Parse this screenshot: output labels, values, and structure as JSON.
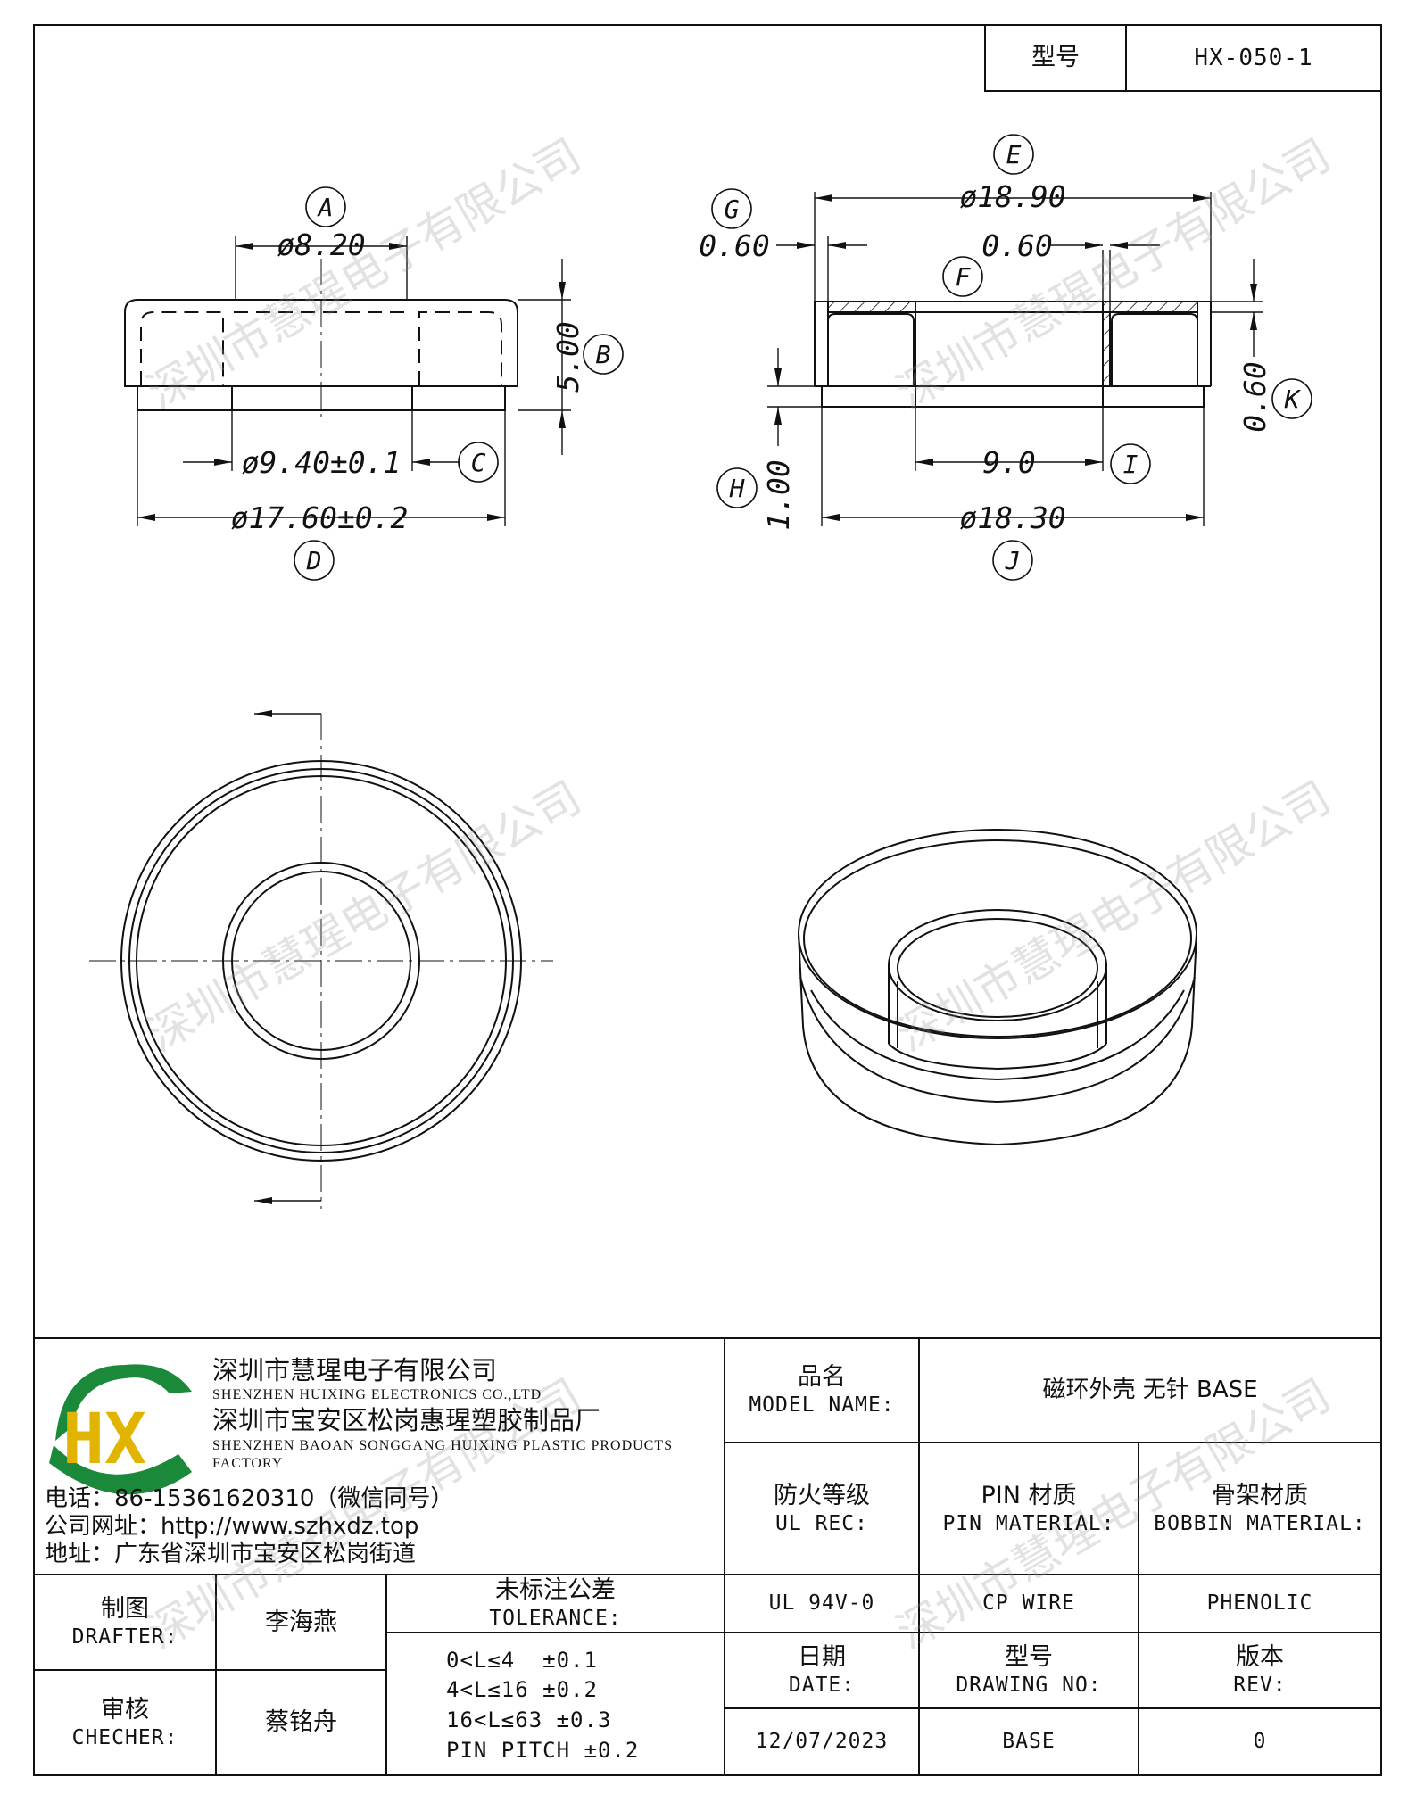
{
  "header": {
    "model_label": "型号",
    "model_value": "HX-050-1"
  },
  "dims": {
    "A": {
      "tag": "A",
      "text": "ø8.20"
    },
    "B": {
      "tag": "B",
      "text": "5.00"
    },
    "C": {
      "tag": "C",
      "text": "ø9.40±0.1"
    },
    "D": {
      "tag": "D",
      "text": "ø17.60±0.2"
    },
    "E": {
      "tag": "E",
      "text": "ø18.90"
    },
    "F": {
      "tag": "F",
      "text": "0.60"
    },
    "G": {
      "tag": "G",
      "text": "0.60"
    },
    "H": {
      "tag": "H",
      "text": "1.00"
    },
    "I": {
      "tag": "I",
      "text": "9.0"
    },
    "J": {
      "tag": "J",
      "text": "ø18.30"
    },
    "K": {
      "tag": "K",
      "text": "0.60"
    }
  },
  "company": {
    "name_cn": "深圳市慧瑆电子有限公司",
    "name_en": "SHENZHEN HUIXING ELECTRONICS CO.,LTD",
    "factory_cn": "深圳市宝安区松岗惠瑆塑胶制品厂",
    "factory_en": "SHENZHEN BAOAN SONGGANG HUIXING PLASTIC PRODUCTS FACTORY",
    "phone": "电话：86-15361620310（微信同号）",
    "website": "公司网址：http://www.szhxdz.top",
    "address": "地址：广东省深圳市宝安区松岗街道",
    "logo_text": "HX"
  },
  "title_block": {
    "model_name_cn": "品名",
    "model_name_en": "MODEL NAME:",
    "model_name_value": "磁环外壳 无针 BASE",
    "ul_cn": "防火等级",
    "ul_en": "UL REC:",
    "pin_cn": "PIN 材质",
    "pin_en": "PIN MATERIAL:",
    "bobbin_cn": "骨架材质",
    "bobbin_en": "BOBBIN MATERIAL:",
    "ul_value": "UL 94V-0",
    "pin_value": "CP WIRE",
    "bobbin_value": "PHENOLIC",
    "date_cn": "日期",
    "date_en": "DATE:",
    "drawing_cn": "型号",
    "drawing_en": "DRAWING NO:",
    "rev_cn": "版本",
    "rev_en": "REV:",
    "date_value": "12/07/2023",
    "drawing_value": "BASE",
    "rev_value": "0",
    "drafter_cn": "制图",
    "drafter_en": "DRAFTER:",
    "drafter_value": "李海燕",
    "checker_cn": "审核",
    "checker_en": "CHECHER:",
    "checker_value": "蔡铭舟",
    "tolerance_cn": "未标注公差",
    "tolerance_en": "TOLERANCE:",
    "tolerance_lines": [
      "0<L≤4  ±0.1",
      "4<L≤16 ±0.2",
      "16<L≤63 ±0.3",
      "PIN PITCH ±0.2"
    ]
  },
  "watermark": "深圳市慧瑆电子有限公司"
}
